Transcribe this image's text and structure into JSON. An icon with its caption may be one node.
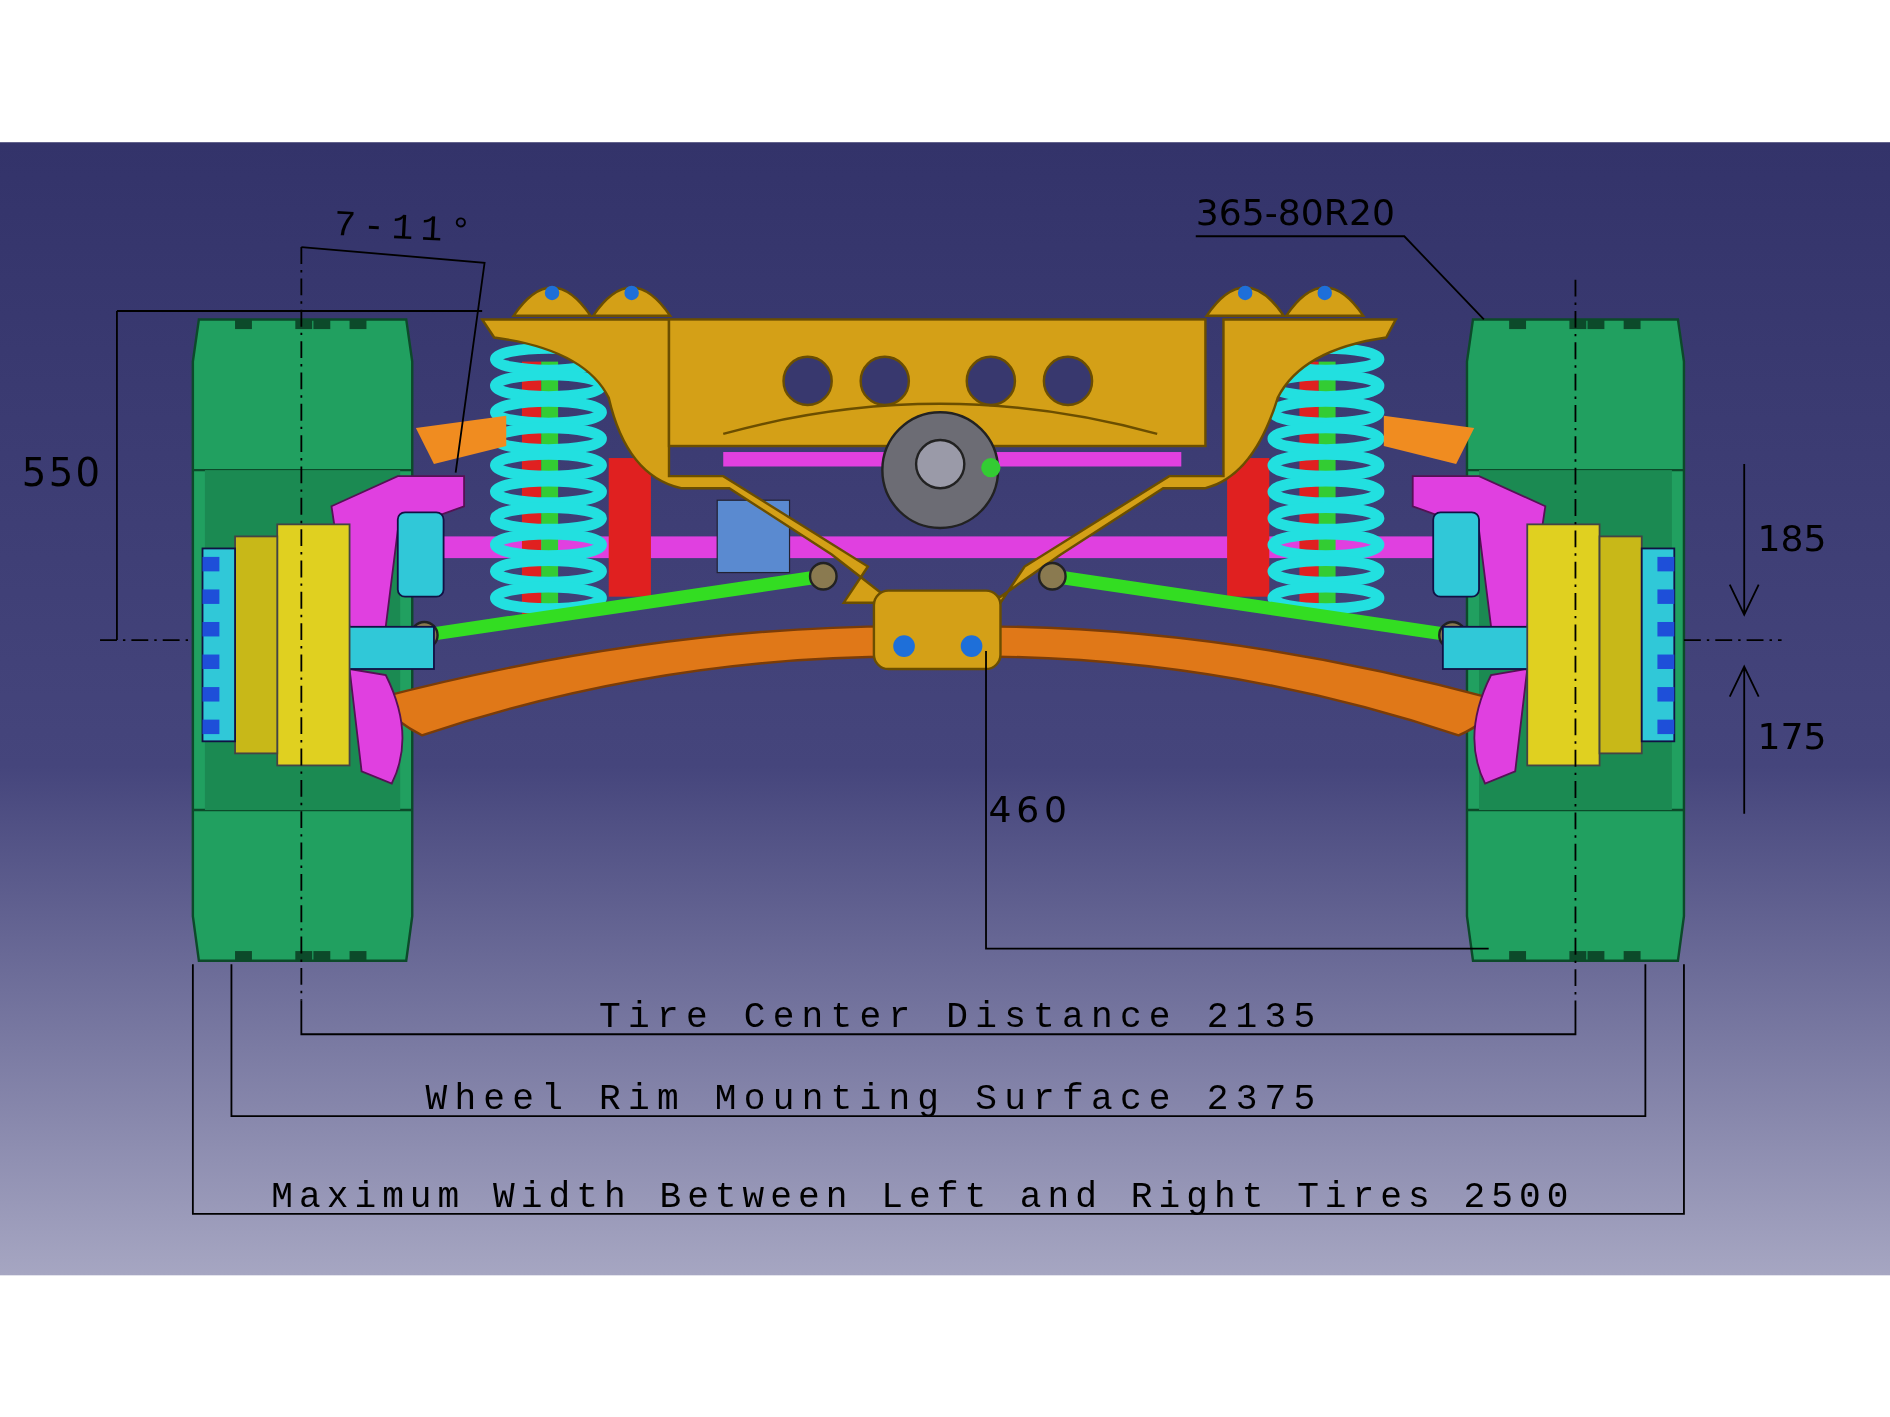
{
  "diagram": {
    "nodes": [
      {
        "text": [
          "365-80R20"
        ]
      },
      {
        "text": [],
        "shape": "picture"
      }
    ],
    "edges": [
      {
        "from": 0,
        "to": 1,
        "arrow": "none"
      }
    ],
    "labels": [
      "7-11°",
      "550",
      "185",
      "175",
      "460",
      "Tire Center Distance 2135",
      "Wheel Rim Mounting Surface 2375",
      "Maximum Width Between Left and Right Tires 2500"
    ]
  }
}
